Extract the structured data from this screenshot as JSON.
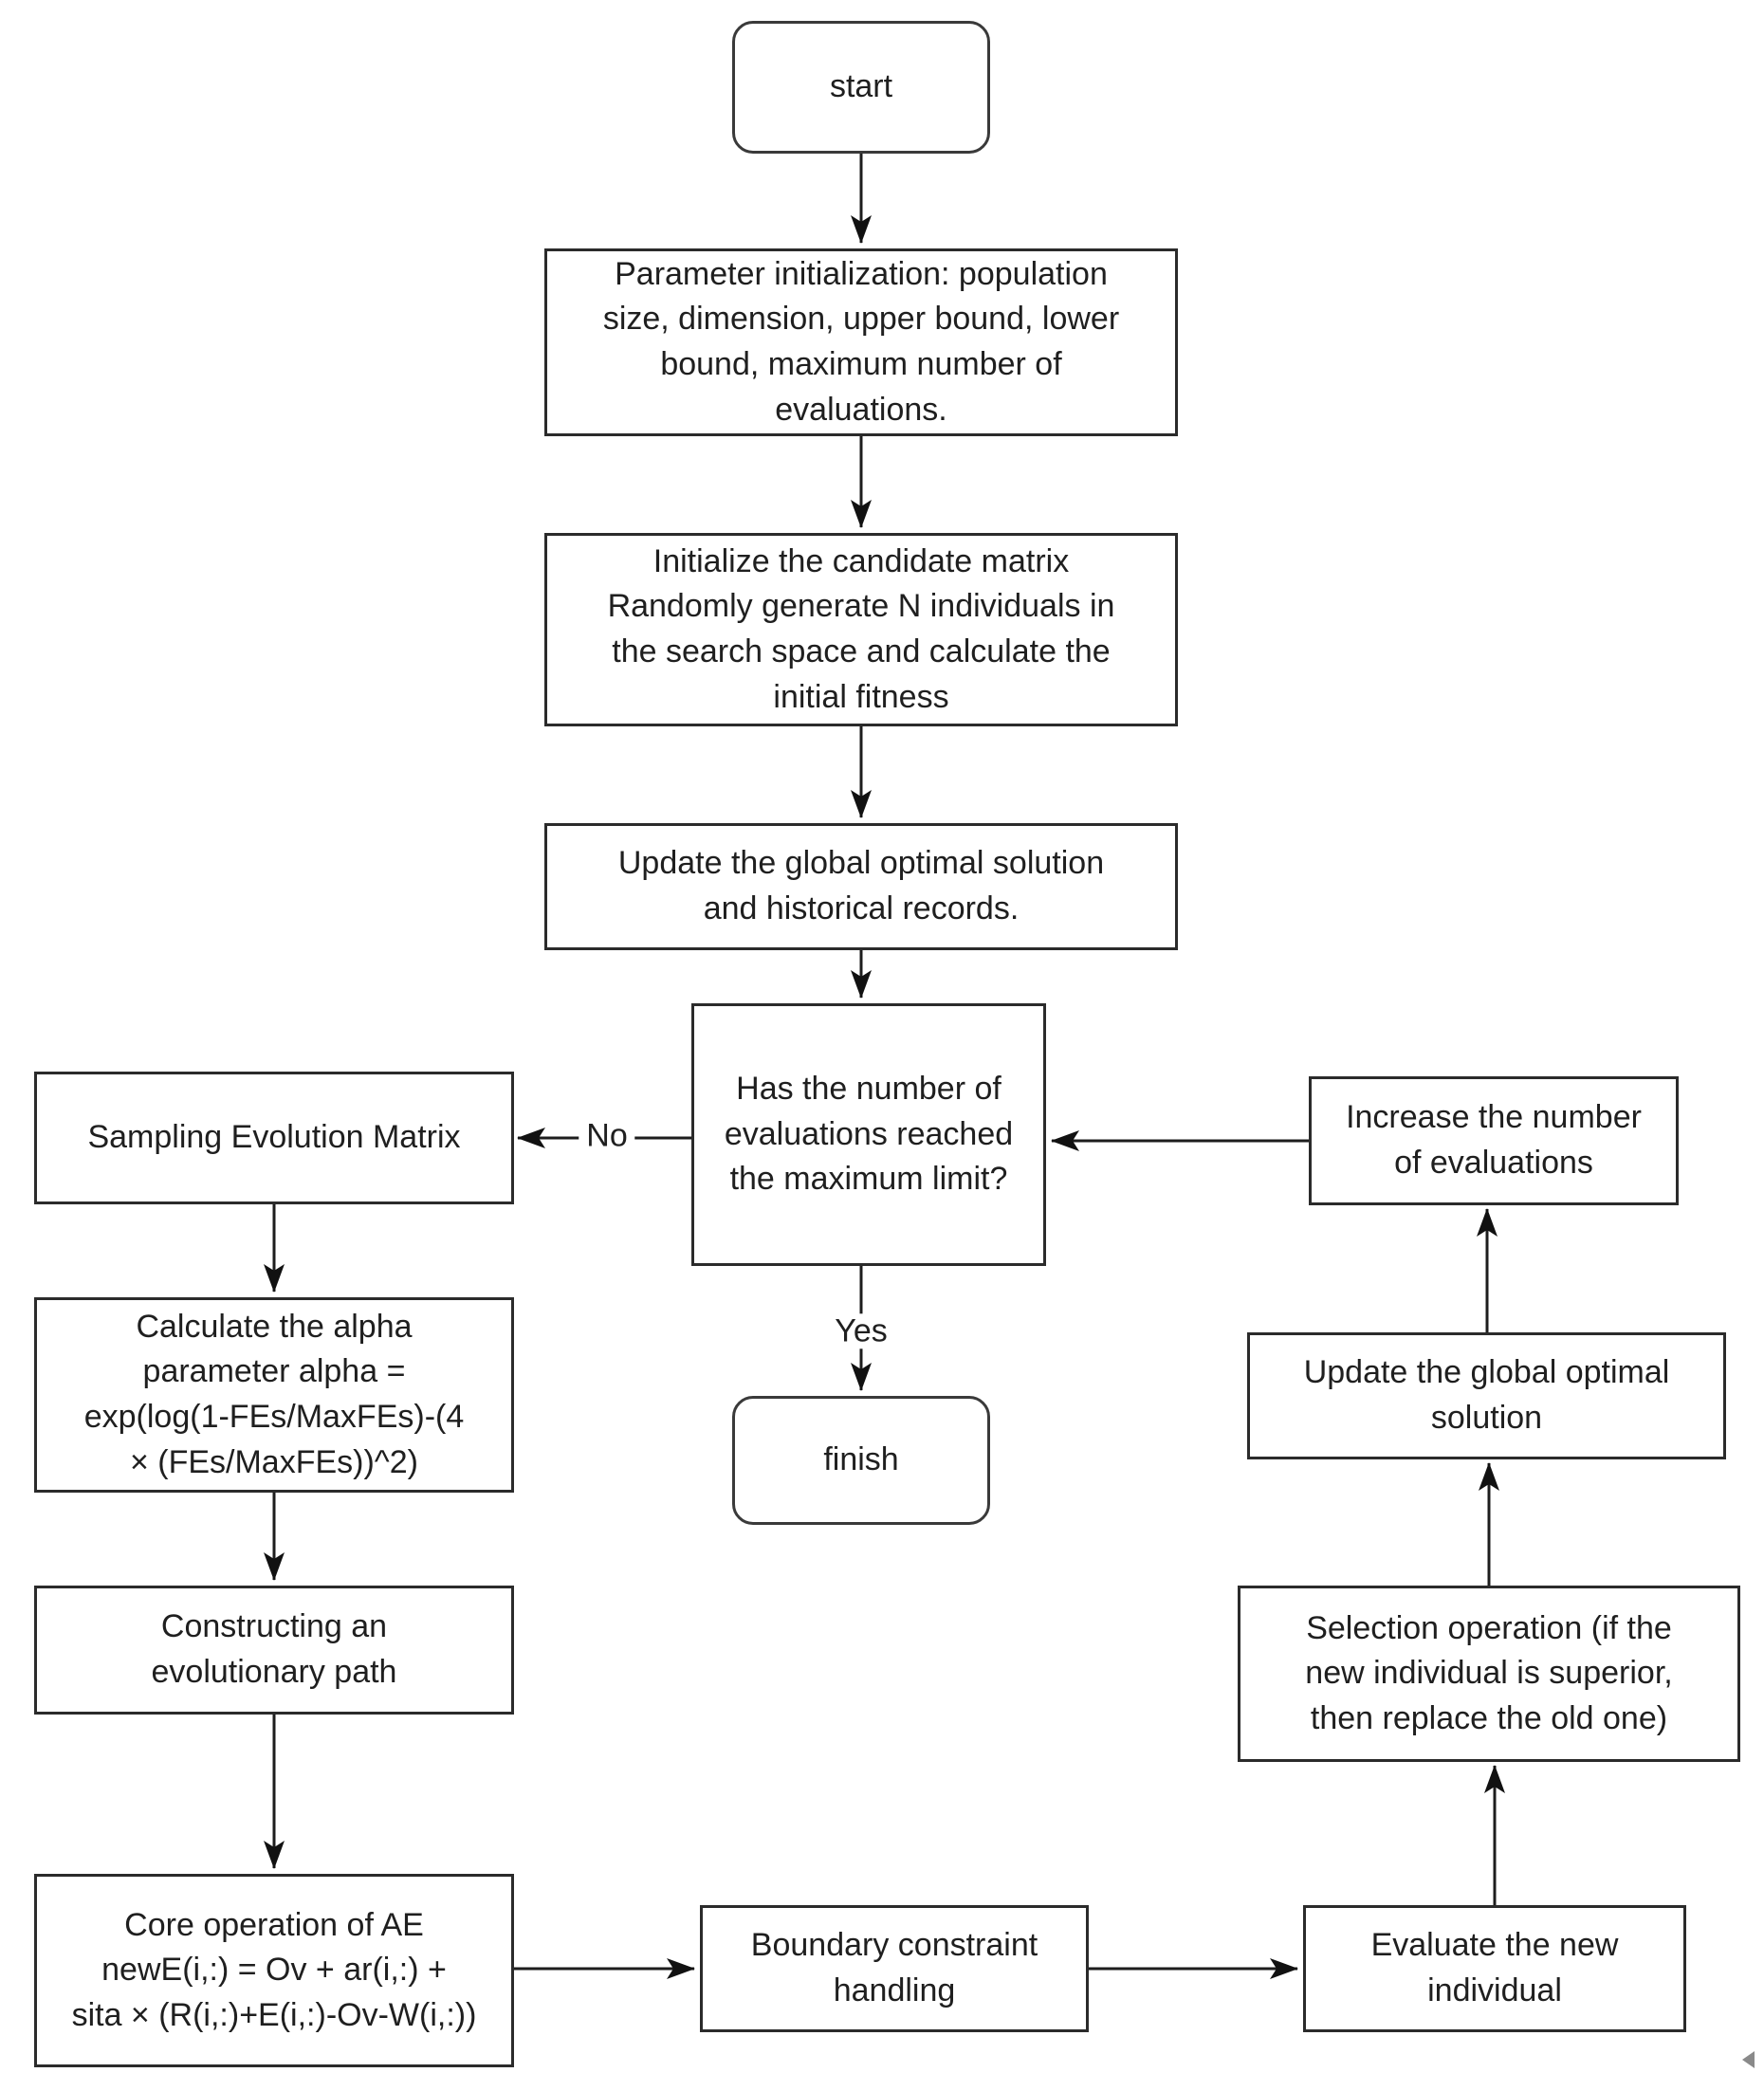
{
  "diagram": {
    "type": "flowchart",
    "colors": {
      "background": "#ffffff",
      "box_border": "#2b2b2b",
      "line": "#1d1d1d",
      "text": "#1f1f1f"
    },
    "nodes": {
      "start": {
        "type": "terminal",
        "label": "start"
      },
      "param_init": {
        "type": "process",
        "label": "Parameter initialization: population\nsize, dimension, upper bound, lower\nbound, maximum number of\nevaluations."
      },
      "init_candidates": {
        "type": "process",
        "label": "Initialize the candidate matrix\nRandomly generate N individuals in\nthe search space and calculate the\ninitial fitness"
      },
      "update_records": {
        "type": "process",
        "label": "Update the global optimal solution\nand historical records."
      },
      "eval_check": {
        "type": "decision",
        "label": "Has the number of\nevaluations reached\nthe maximum limit?"
      },
      "sampling": {
        "type": "process",
        "label": "Sampling Evolution Matrix"
      },
      "calc_alpha": {
        "type": "process",
        "label": "Calculate the alpha\nparameter alpha =\nexp(log(1-FEs/MaxFEs)-(4\n× (FEs/MaxFEs))^2)"
      },
      "evolution_path": {
        "type": "process",
        "label": "Constructing an\nevolutionary path"
      },
      "core_ae": {
        "type": "process",
        "label": "Core operation of AE\nnewE(i,:) = Ov + ar(i,:) +\nsita × (R(i,:)+E(i,:)-Ov-W(i,:))"
      },
      "boundary": {
        "type": "process",
        "label": "Boundary constraint\nhandling"
      },
      "evaluate_new": {
        "type": "process",
        "label": "Evaluate the new\nindividual"
      },
      "selection": {
        "type": "process",
        "label": "Selection operation (if the\nnew individual is superior,\nthen replace the old one)"
      },
      "update_global": {
        "type": "process",
        "label": "Update the global optimal\nsolution"
      },
      "increase_evals": {
        "type": "process",
        "label": "Increase the number\nof evaluations"
      },
      "finish": {
        "type": "terminal",
        "label": "finish"
      }
    },
    "edge_labels": {
      "no": "No",
      "yes": "Yes"
    }
  }
}
